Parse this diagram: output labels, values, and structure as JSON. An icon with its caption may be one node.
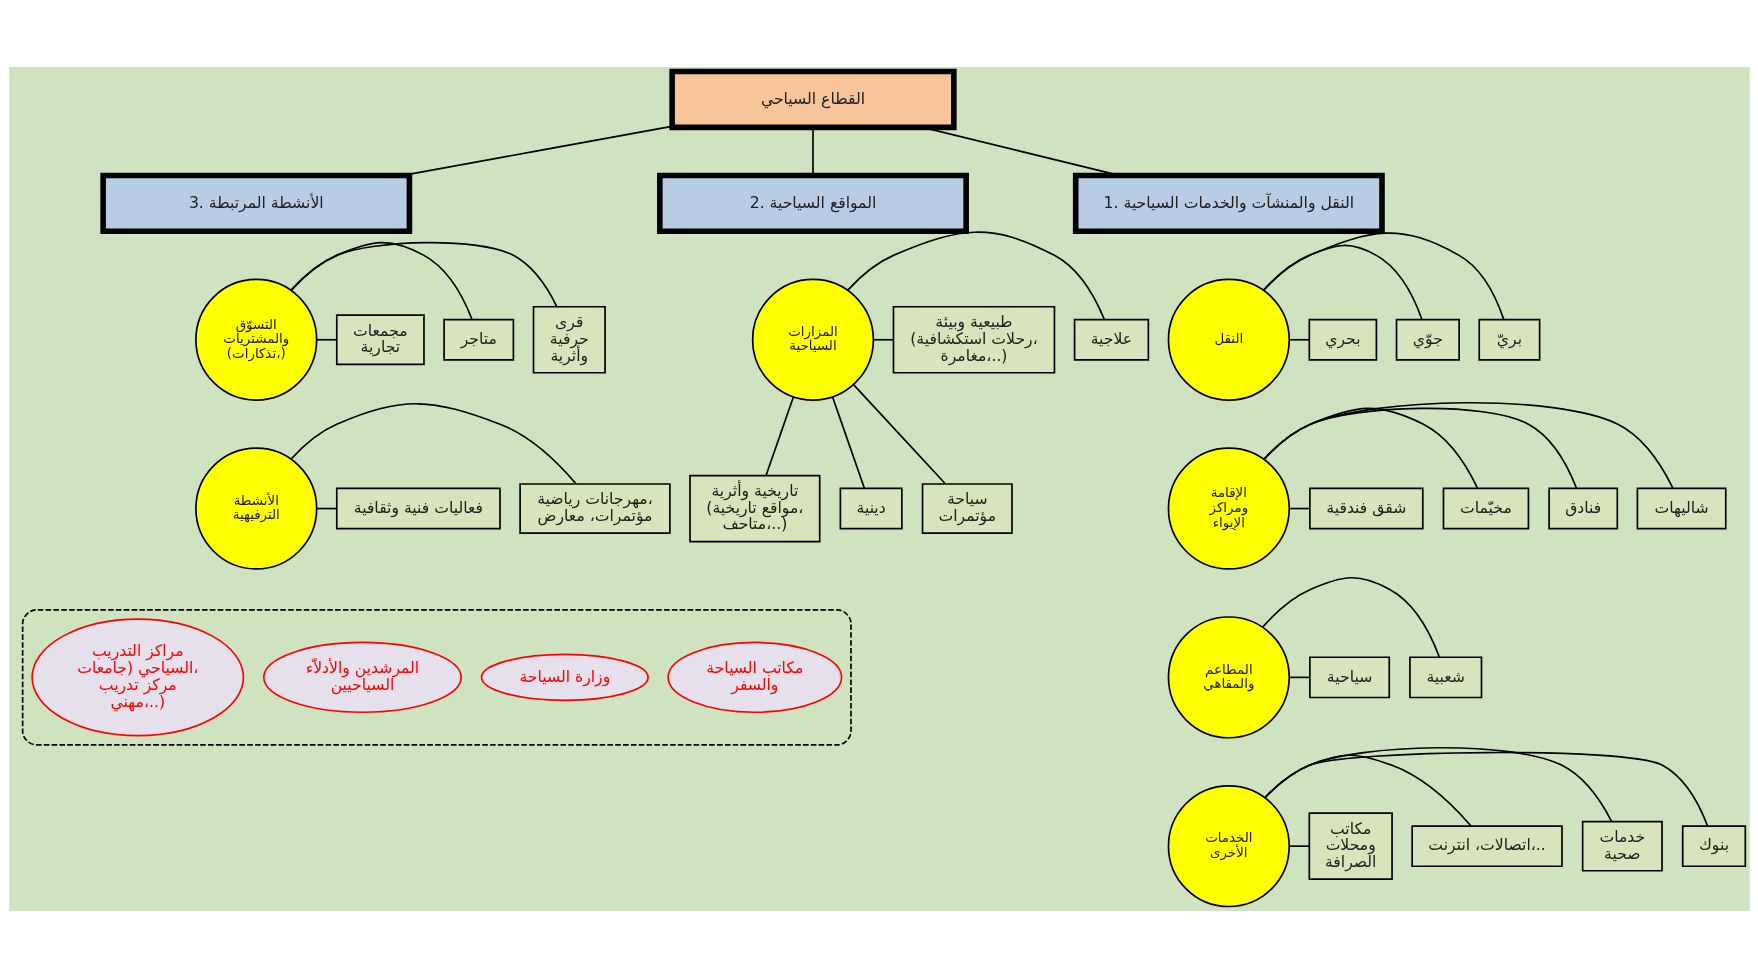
{
  "diagram": {
    "nodes": [
      {
        "text": [
          "القطاع السياحي"
        ]
      },
      {
        "text": [
          "1. النقل والمنشآت والخدمات السياحية"
        ]
      },
      {
        "text": [
          "2. المواقع السياحية"
        ]
      },
      {
        "text": [
          "3. الأنشطة المرتبطة"
        ]
      },
      {
        "text": [
          "النقل"
        ]
      },
      {
        "text": [
          "بريّ"
        ]
      },
      {
        "text": [
          "جوّي"
        ]
      },
      {
        "text": [
          "بحري"
        ]
      },
      {
        "text": [
          "الإقامة ومراكز الإيواء"
        ]
      },
      {
        "text": [
          "شاليهات"
        ]
      },
      {
        "text": [
          "فنادق"
        ]
      },
      {
        "text": [
          "مخيّمات"
        ]
      },
      {
        "text": [
          "شقق فندقية"
        ]
      },
      {
        "text": [
          "المطاعم والمقاهي"
        ]
      },
      {
        "text": [
          "شعبية"
        ]
      },
      {
        "text": [
          "سياحية"
        ]
      },
      {
        "text": [
          "الخدمات الأخرى"
        ]
      },
      {
        "text": [
          "بنوك"
        ]
      },
      {
        "text": [
          "خدمات صحية"
        ]
      },
      {
        "text": [
          "اتصالات، انترنت،.."
        ]
      },
      {
        "text": [
          "مكاتب ومحلات الصرافة"
        ]
      },
      {
        "text": [
          "المزارات السياحية"
        ]
      },
      {
        "text": [
          "علاجية"
        ]
      },
      {
        "text": [
          "طبيعية وبيئة (رحلات استكشافية، مغامرة،..)"
        ]
      },
      {
        "text": [
          "تاريخية وأثرية (مواقع تاريخية، متاحف،..)"
        ]
      },
      {
        "text": [
          "دينية"
        ]
      },
      {
        "text": [
          "سياحة مؤتمرات"
        ]
      },
      {
        "text": [
          "التسوّق والمشتريات (تذكارات،)"
        ]
      },
      {
        "text": [
          "قرى حرفية وأثرية"
        ]
      },
      {
        "text": [
          "متاجر"
        ]
      },
      {
        "text": [
          "مجمعات تجارية"
        ]
      },
      {
        "text": [
          "الأنشطة الترفيهية"
        ]
      },
      {
        "text": [
          "مهرجانات رياضية، مؤتمرات، معارض"
        ]
      },
      {
        "text": [
          "فعاليات فنية وثقافية"
        ]
      },
      {
        "text": [],
        "shape": "box"
      },
      {
        "text": [
          "مكاتب السياحة والسفر"
        ],
        "in": 34
      },
      {
        "text": [
          "وزارة السياحة"
        ],
        "in": 34
      },
      {
        "text": [
          "المرشدين والأدلاّء السياحيين"
        ],
        "in": 34
      },
      {
        "text": [
          "مراكز التدريب السياحي (جامعات، مركز تدريب مهني،..)"
        ],
        "in": 34
      }
    ],
    "edges": [
      {
        "from": 0,
        "to": 1,
        "arrow": "none"
      },
      {
        "from": 0,
        "to": 2,
        "arrow": "none"
      },
      {
        "from": 0,
        "to": 3,
        "arrow": "none"
      },
      {
        "from": 4,
        "to": 5,
        "arrow": "none"
      },
      {
        "from": 4,
        "to": 6,
        "arrow": "none"
      },
      {
        "from": 4,
        "to": 7,
        "arrow": "none"
      },
      {
        "from": 8,
        "to": 9,
        "arrow": "none"
      },
      {
        "from": 8,
        "to": 10,
        "arrow": "none"
      },
      {
        "from": 8,
        "to": 11,
        "arrow": "none"
      },
      {
        "from": 8,
        "to": 12,
        "arrow": "none"
      },
      {
        "from": 13,
        "to": 14,
        "arrow": "none"
      },
      {
        "from": 13,
        "to": 15,
        "arrow": "none"
      },
      {
        "from": 16,
        "to": 17,
        "arrow": "none"
      },
      {
        "from": 16,
        "to": 18,
        "arrow": "none"
      },
      {
        "from": 16,
        "to": 19,
        "arrow": "none"
      },
      {
        "from": 16,
        "to": 20,
        "arrow": "none"
      },
      {
        "from": 21,
        "to": 22,
        "arrow": "none"
      },
      {
        "from": 21,
        "to": 23,
        "arrow": "none"
      },
      {
        "from": 21,
        "to": 24,
        "arrow": "none"
      },
      {
        "from": 21,
        "to": 25,
        "arrow": "none"
      },
      {
        "from": 21,
        "to": 26,
        "arrow": "none"
      },
      {
        "from": 27,
        "to": 28,
        "arrow": "none"
      },
      {
        "from": 27,
        "to": 29,
        "arrow": "none"
      },
      {
        "from": 27,
        "to": 30,
        "arrow": "none"
      },
      {
        "from": 31,
        "to": 32,
        "arrow": "none"
      },
      {
        "from": 31,
        "to": 33,
        "arrow": "none"
      }
    ]
  }
}
